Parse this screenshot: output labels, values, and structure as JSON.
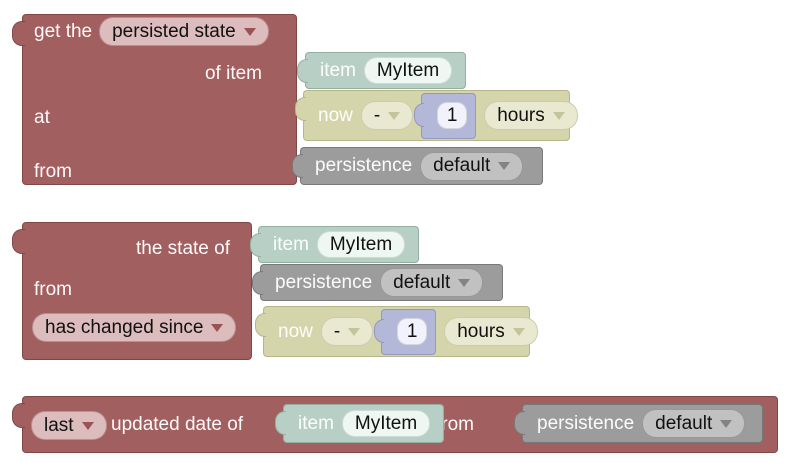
{
  "colors": {
    "block_maroon": "#a25f5f",
    "block_teal": "#b7cfc5",
    "block_olive": "#d5d5ab",
    "block_lavender": "#b4b8d8",
    "block_gray": "#9c9c9c",
    "pill_pink": "#dcbcbc",
    "pill_cream": "#e9e9d1",
    "pill_gray": "#c1c1c1",
    "field_white_green": "#eef7f1",
    "field_white_lavender": "#f1f2fb",
    "canvas_bg": "#ffffff"
  },
  "block1": {
    "label_get_the": "get the",
    "dropdown_persisted_state": "persisted state",
    "label_of_item": "of item",
    "label_at": "at",
    "label_from": "from",
    "item": {
      "label": "item",
      "value": "MyItem"
    },
    "now": {
      "label": "now",
      "op": "-",
      "number": "1",
      "unit": "hours"
    },
    "persistence": {
      "label": "persistence",
      "value": "default"
    }
  },
  "block2": {
    "label_the_state_of": "the state of",
    "label_from": "from",
    "dropdown_has_changed_since": "has changed since",
    "item": {
      "label": "item",
      "value": "MyItem"
    },
    "persistence": {
      "label": "persistence",
      "value": "default"
    },
    "now": {
      "label": "now",
      "op": "-",
      "number": "1",
      "unit": "hours"
    }
  },
  "block3": {
    "dropdown_last": "last",
    "label_updated_date_of": "updated date of",
    "label_from": "from",
    "item": {
      "label": "item",
      "value": "MyItem"
    },
    "persistence": {
      "label": "persistence",
      "value": "default"
    }
  }
}
